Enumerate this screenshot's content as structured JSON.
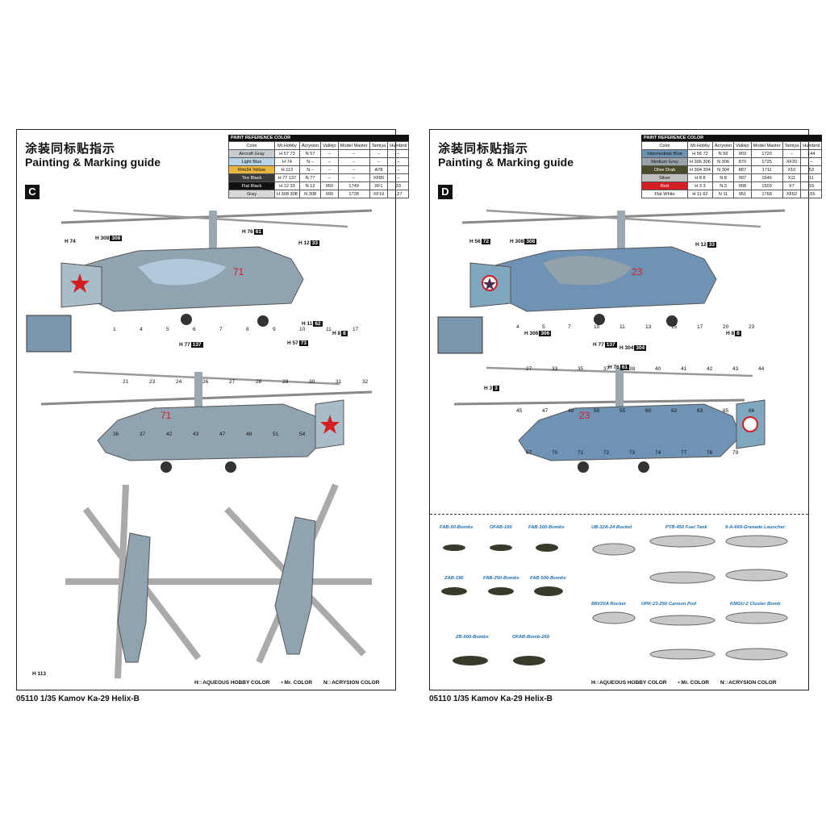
{
  "left": {
    "title_cn": "涂装同标贴指示",
    "title_en": "Painting & Marking guide",
    "variant": "C",
    "paint_table": {
      "caption": "PAINT REFERENCE COLOR",
      "headers": [
        "Color",
        "Mr.Hobby",
        "Acrysion",
        "Vallejo",
        "Model Master",
        "Tamiya",
        "Humbrol"
      ],
      "rows": [
        {
          "color": "Aircraft Gray",
          "swatch": "#c8ccd0",
          "hobby": "H 57 73",
          "acrysion": "N 57",
          "vallejo": "–",
          "master": "–",
          "tamiya": "–",
          "humbrol": "–"
        },
        {
          "color": "Light Blue",
          "swatch": "#b9d3e6",
          "hobby": "H 74",
          "acrysion": "N –",
          "vallejo": "–",
          "master": "–",
          "tamiya": "–",
          "humbrol": "–"
        },
        {
          "color": "RIm34 Yellow",
          "swatch": "#e8b640",
          "hobby": "H 113",
          "acrysion": "N –",
          "vallejo": "–",
          "master": "–",
          "tamiya": "A78",
          "humbrol": "–"
        },
        {
          "color": "Tire Black",
          "swatch": "#3a3a3a",
          "hobby": "H 77 137",
          "acrysion": "N 77",
          "vallejo": "–",
          "master": "–",
          "tamiya": "XF85",
          "humbrol": "–"
        },
        {
          "color": "Flat Black",
          "swatch": "#111111",
          "hobby": "H 12 33",
          "acrysion": "N 12",
          "vallejo": "950",
          "master": "1749",
          "tamiya": "XF1",
          "humbrol": "33"
        },
        {
          "color": "Gray",
          "swatch": "#d8d8d8",
          "hobby": "H 308 308",
          "acrysion": "N 308",
          "vallejo": "990",
          "master": "1728",
          "tamiya": "XF19",
          "humbrol": "127"
        }
      ]
    },
    "legend": {
      "aqueous": "H□ AQUEOUS HOBBY COLOR",
      "mr": "▪ Mr. COLOR",
      "acrysion": "N□ ACRYSION COLOR"
    },
    "callouts": [
      "H 74",
      "H 308 308",
      "H 76 61",
      "H 12 33",
      "H 11 62",
      "H 8 8",
      "H 57 73",
      "H 77 137",
      "H 113"
    ],
    "numbers": [
      "1",
      "4",
      "5",
      "6",
      "7",
      "8",
      "9",
      "10",
      "11",
      "17",
      "21",
      "23",
      "24",
      "26",
      "27",
      "28",
      "29",
      "30",
      "31",
      "32",
      "36",
      "37",
      "42",
      "43",
      "47",
      "48",
      "51",
      "54"
    ],
    "footer": "05110 1/35 Kamov Ka-29 Helix-B"
  },
  "right": {
    "title_cn": "涂装同标贴指示",
    "title_en": "Painting & Marking guide",
    "variant": "D",
    "paint_table": {
      "caption": "PAINT REFERENCE COLOR",
      "headers": [
        "Color",
        "Mr.Hobby",
        "Acrysion",
        "Vallejo",
        "Model Master",
        "Tamiya",
        "Humbrol"
      ],
      "rows": [
        {
          "color": "Intermediate Blue",
          "swatch": "#6f93b5",
          "hobby": "H 56 72",
          "acrysion": "N 56",
          "vallejo": "903",
          "master": "1720",
          "tamiya": "–",
          "humbrol": "144"
        },
        {
          "color": "Medium Grey",
          "swatch": "#9aa3a8",
          "hobby": "H 306 306",
          "acrysion": "N 306",
          "vallejo": "870",
          "master": "1725",
          "tamiya": "XF20",
          "humbrol": "–"
        },
        {
          "color": "Olive Drab",
          "swatch": "#4a4a2c",
          "hobby": "H 304 304",
          "acrysion": "N 304",
          "vallejo": "887",
          "master": "1711",
          "tamiya": "X10",
          "humbrol": "53"
        },
        {
          "color": "Silver",
          "swatch": "#c0c0c0",
          "hobby": "H 8 8",
          "acrysion": "N 8",
          "vallejo": "997",
          "master": "1546",
          "tamiya": "X11",
          "humbrol": "11"
        },
        {
          "color": "Red",
          "swatch": "#d41e24",
          "hobby": "H 3 3",
          "acrysion": "N 3",
          "vallejo": "908",
          "master": "1503",
          "tamiya": "X7",
          "humbrol": "19"
        },
        {
          "color": "Flat White",
          "swatch": "#ffffff",
          "hobby": "H 11 62",
          "acrysion": "N 11",
          "vallejo": "951",
          "master": "1768",
          "tamiya": "XF62",
          "humbrol": "155"
        }
      ]
    },
    "weapons": [
      "FAB-50-Bombs",
      "OFAB-100",
      "FAB-100-Bombs",
      "ZAB-190",
      "FAB-250-Bombs",
      "FAB-500-Bombs",
      "ZB-500-Bombs",
      "OFAB-Bomb-250",
      "UB-32A-24 Rocket",
      "PTB-450 Fuel Tank",
      "9-A-669-Grenade Launcher",
      "B8V20A Rocket",
      "UPK-23-250 Cannon Pod",
      "KMGU-2 Cluster Bomb"
    ],
    "legend": {
      "aqueous": "H□ AQUEOUS HOBBY COLOR",
      "mr": "▪ Mr. COLOR",
      "acrysion": "N□ ACRYSION COLOR"
    },
    "callouts": [
      "H 3 3",
      "H 56 72",
      "H 308 308",
      "H 76 61",
      "H 12 33",
      "H 8 8",
      "H 306 306",
      "H 77 137",
      "H 304 304"
    ],
    "numbers": [
      "4",
      "5",
      "7",
      "10",
      "11",
      "13",
      "15",
      "17",
      "20",
      "23",
      "27",
      "33",
      "35",
      "37",
      "38",
      "40",
      "41",
      "42",
      "43",
      "44",
      "45",
      "47",
      "49",
      "50",
      "55",
      "60",
      "62",
      "63",
      "65",
      "66",
      "67",
      "70",
      "71",
      "72",
      "73",
      "74",
      "77",
      "78",
      "79"
    ],
    "footer": "05110 1/35 Kamov Ka-29 Helix-B"
  },
  "colors": {
    "camo_gray": "#8fa3b0",
    "camo_blue": "#7fa7c0",
    "camo_dark": "#5e7788",
    "red_star": "#d41e24",
    "weapon_olive": "#3a3a2a",
    "weapon_gray": "#c8c8c8",
    "label_blue": "#1a6fb5"
  }
}
